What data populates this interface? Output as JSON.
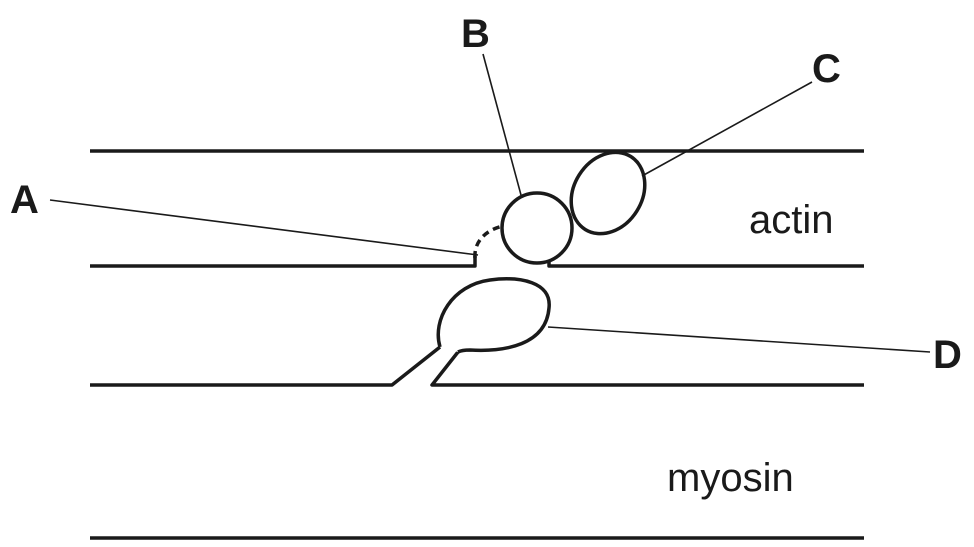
{
  "labels": {
    "a": "A",
    "b": "B",
    "c": "C",
    "d": "D"
  },
  "filaments": {
    "actin": "actin",
    "myosin": "myosin"
  }
}
